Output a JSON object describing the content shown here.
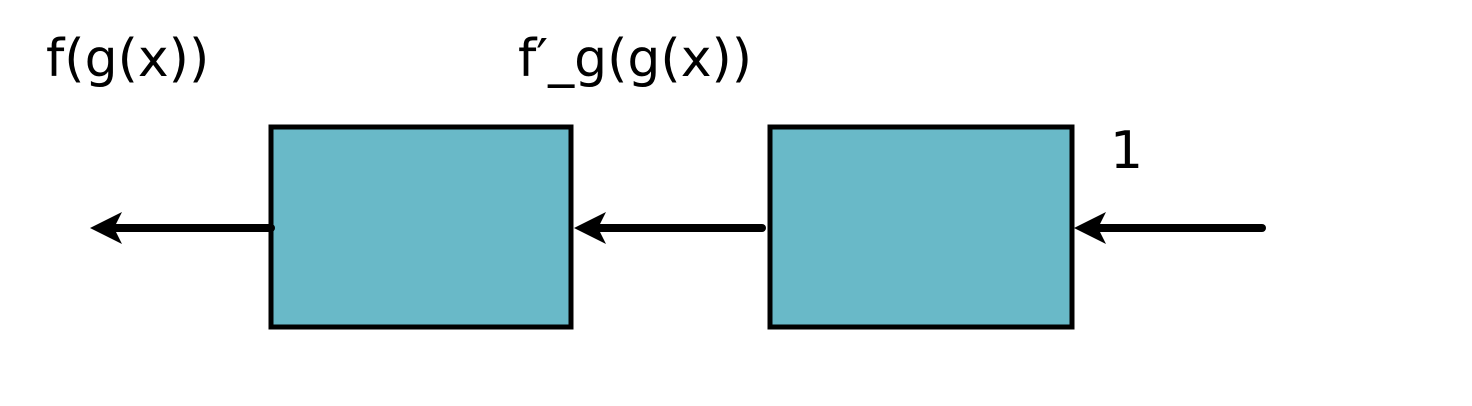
{
  "labels": {
    "output": "f(g(x))",
    "middle": "f′_g(g(x))",
    "input": "1"
  },
  "colors": {
    "block_fill": "#69B9C8",
    "stroke": "#000000",
    "background": "#FFFFFF"
  }
}
